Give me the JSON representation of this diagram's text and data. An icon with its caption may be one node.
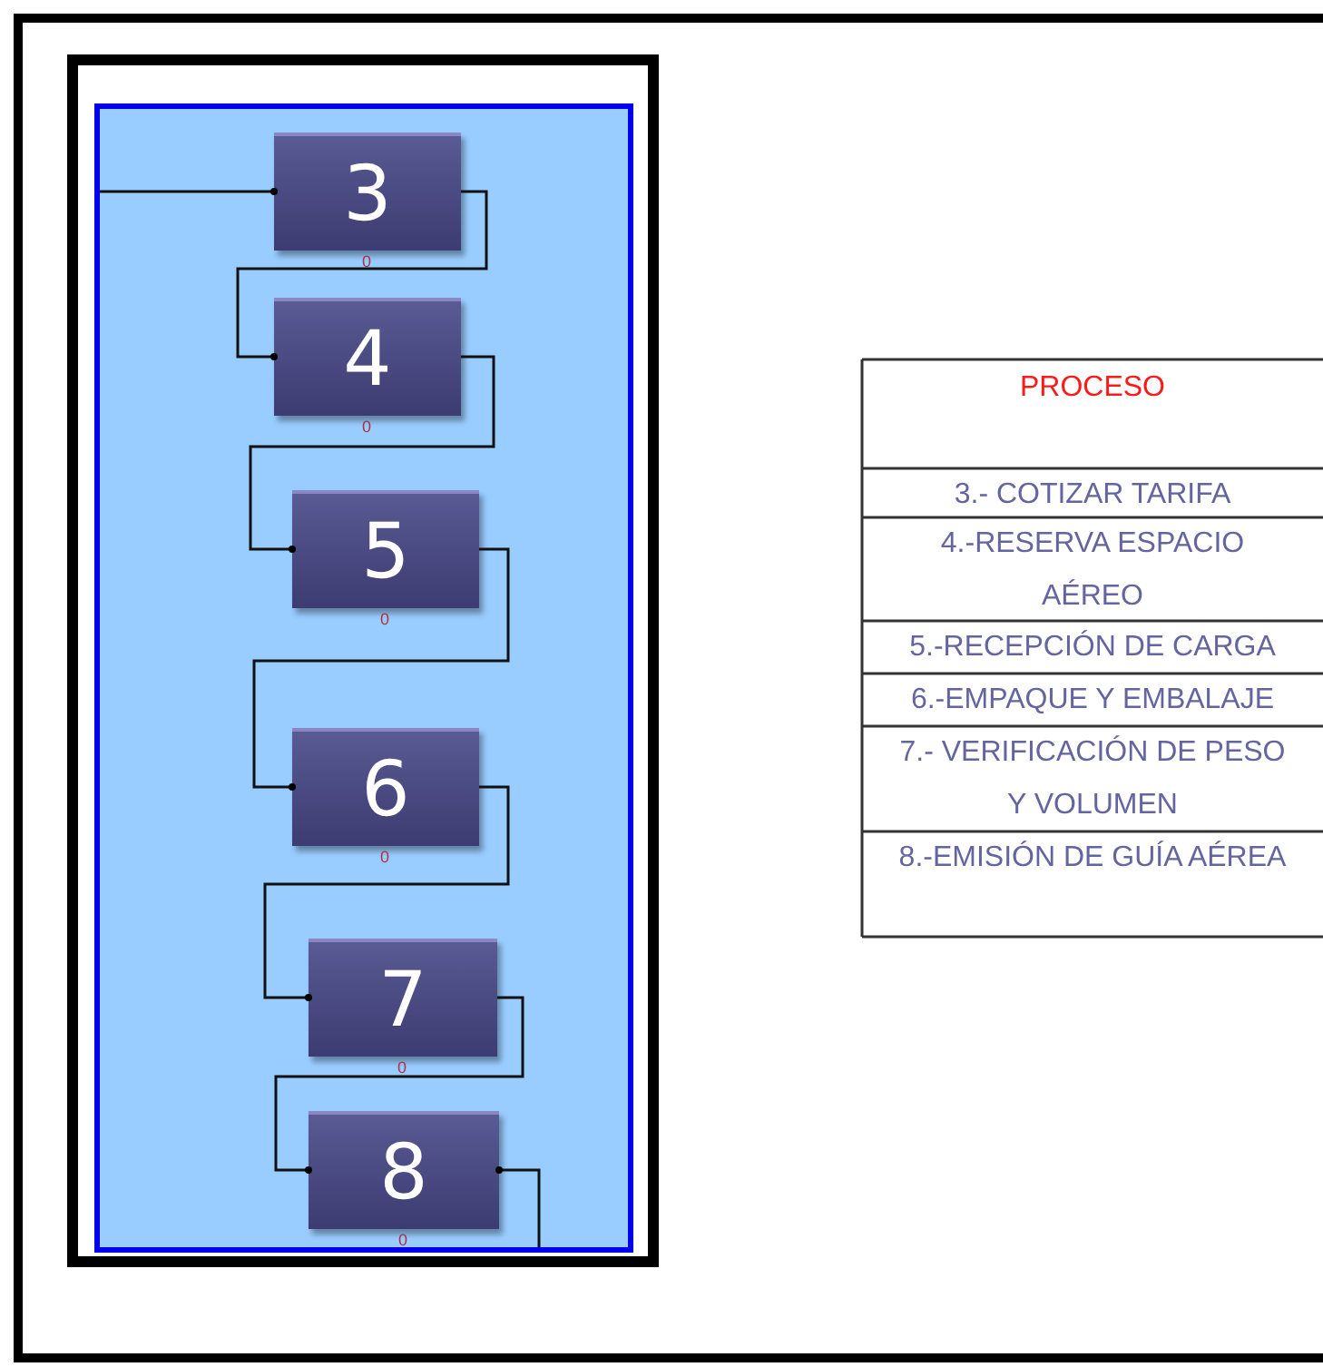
{
  "diagram": {
    "nodes": [
      {
        "text": [],
        "shape": "box"
      },
      {
        "text": [
          "3"
        ],
        "in": 0,
        "beside": [
          "0"
        ]
      },
      {
        "text": [
          "4"
        ],
        "in": 0,
        "beside": [
          "0"
        ]
      },
      {
        "text": [
          "5"
        ],
        "in": 0,
        "beside": [
          "0"
        ]
      },
      {
        "text": [
          "6"
        ],
        "in": 0,
        "beside": [
          "0"
        ]
      },
      {
        "text": [
          "7"
        ],
        "in": 0,
        "beside": [
          "0"
        ]
      },
      {
        "text": [
          "8"
        ],
        "in": 0,
        "beside": [
          "0"
        ]
      }
    ],
    "edges": [
      {
        "from": null,
        "to": 1,
        "arrow": "other"
      },
      {
        "from": 1,
        "to": 2,
        "arrow": "other"
      },
      {
        "from": 2,
        "to": 3,
        "arrow": "other"
      },
      {
        "from": 3,
        "to": 4,
        "arrow": "other"
      },
      {
        "from": 4,
        "to": 5,
        "arrow": "other"
      },
      {
        "from": 5,
        "to": 6,
        "arrow": "other"
      },
      {
        "from": 6,
        "to": null,
        "arrow": "other"
      }
    ],
    "labels": [
      "PROCESO",
      "3.- COTIZAR TARIFA",
      "4.-RESERVA ESPACIO AÉREO",
      "5.-RECEPCIÓN DE CARGA",
      "6.-EMPAQUE Y EMBALAJE",
      "7.- VERIFICACIÓN DE PESO Y  VOLUMEN",
      "8.-EMISIÓN DE GUÍA AÉREA"
    ]
  }
}
